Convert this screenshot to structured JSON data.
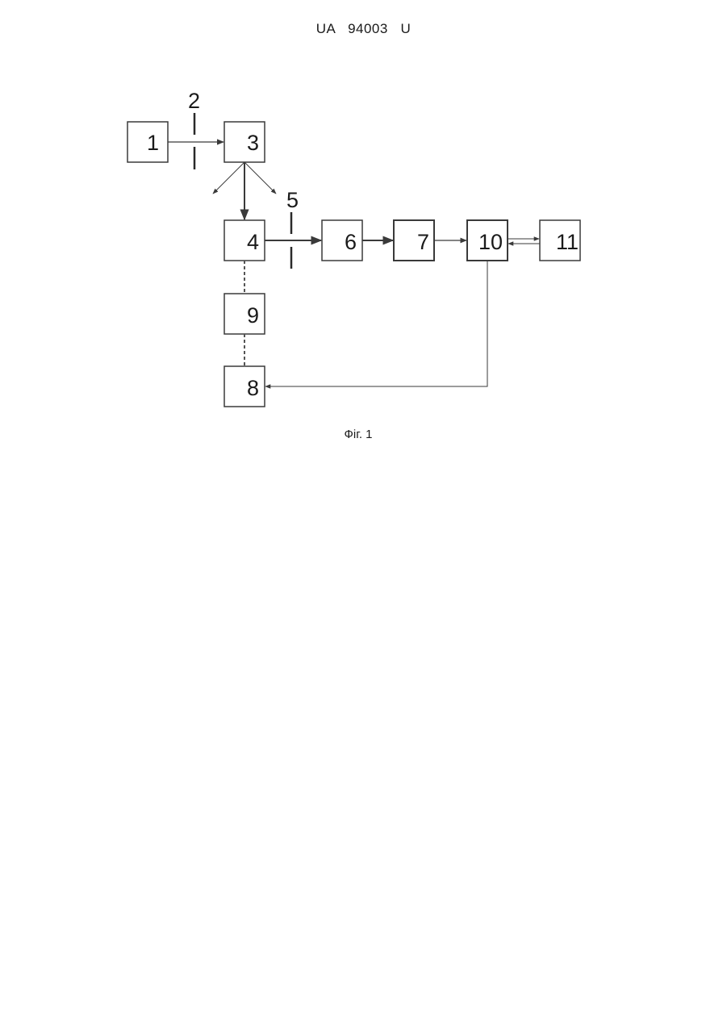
{
  "header": {
    "country": "UA",
    "number": "94003",
    "kind": "U"
  },
  "diagram": {
    "blocks": [
      {
        "id": "1",
        "label": "1"
      },
      {
        "id": "3",
        "label": "3"
      },
      {
        "id": "4",
        "label": "4"
      },
      {
        "id": "6",
        "label": "6"
      },
      {
        "id": "7",
        "label": "7"
      },
      {
        "id": "10",
        "label": "10"
      },
      {
        "id": "11",
        "label": "11"
      },
      {
        "id": "9",
        "label": "9"
      },
      {
        "id": "8",
        "label": "8"
      }
    ],
    "markers": [
      {
        "id": "2",
        "label": "2"
      },
      {
        "id": "5",
        "label": "5"
      }
    ]
  },
  "caption": "Фіг. 1",
  "colors": {
    "line": "#3a3a3a",
    "box_border": "#3a3a3a",
    "text": "#1a1a1a"
  }
}
